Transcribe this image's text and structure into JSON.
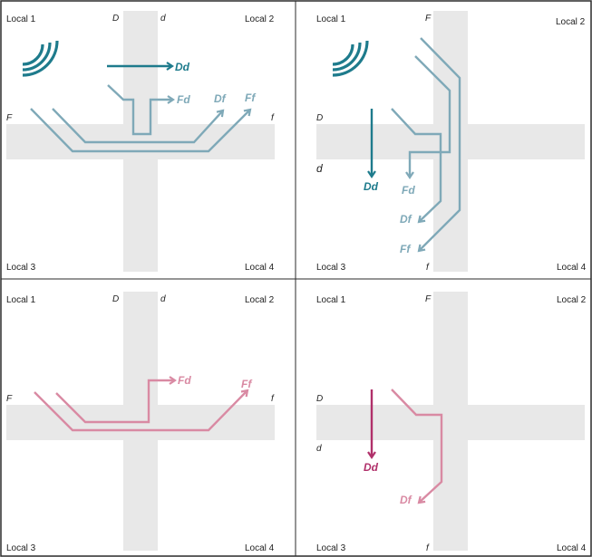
{
  "colors": {
    "border": "#2b2b2b",
    "road": "#e8e8e8",
    "teal_dark": "#1e7b8c",
    "teal_light": "#7fa9b8",
    "magenta_dark": "#b0306a",
    "pink_light": "#d98aa3"
  },
  "icons": [
    "signal-waves-icon"
  ],
  "panels": [
    {
      "id": "top-left",
      "corners": [
        "Local 1",
        "Local 2",
        "Local 3",
        "Local 4"
      ],
      "approach_labels": {
        "top_left": "D",
        "top_right": "d",
        "left": "F",
        "right": "f"
      },
      "flows": [
        "Dd",
        "Fd",
        "Df",
        "Ff"
      ]
    },
    {
      "id": "top-right",
      "corners": [
        "Local 1",
        "Local 2",
        "Local 3",
        "Local 4"
      ],
      "approach_labels": {
        "top": "F",
        "left_top": "D",
        "left_bottom": "d",
        "bottom": "f"
      },
      "flows": [
        "Dd",
        "Fd",
        "Df",
        "Ff"
      ]
    },
    {
      "id": "bottom-left",
      "corners": [
        "Local 1",
        "Local 2",
        "Local 3",
        "Local 4"
      ],
      "approach_labels": {
        "top_left": "D",
        "top_right": "d",
        "left": "F",
        "right": "f"
      },
      "flows": [
        "Fd",
        "Ff"
      ]
    },
    {
      "id": "bottom-right",
      "corners": [
        "Local 1",
        "Local 2",
        "Local 3",
        "Local 4"
      ],
      "approach_labels": {
        "top": "F",
        "left_top": "D",
        "left_bottom": "d",
        "bottom": "f"
      },
      "flows": [
        "Dd",
        "Df"
      ]
    }
  ]
}
